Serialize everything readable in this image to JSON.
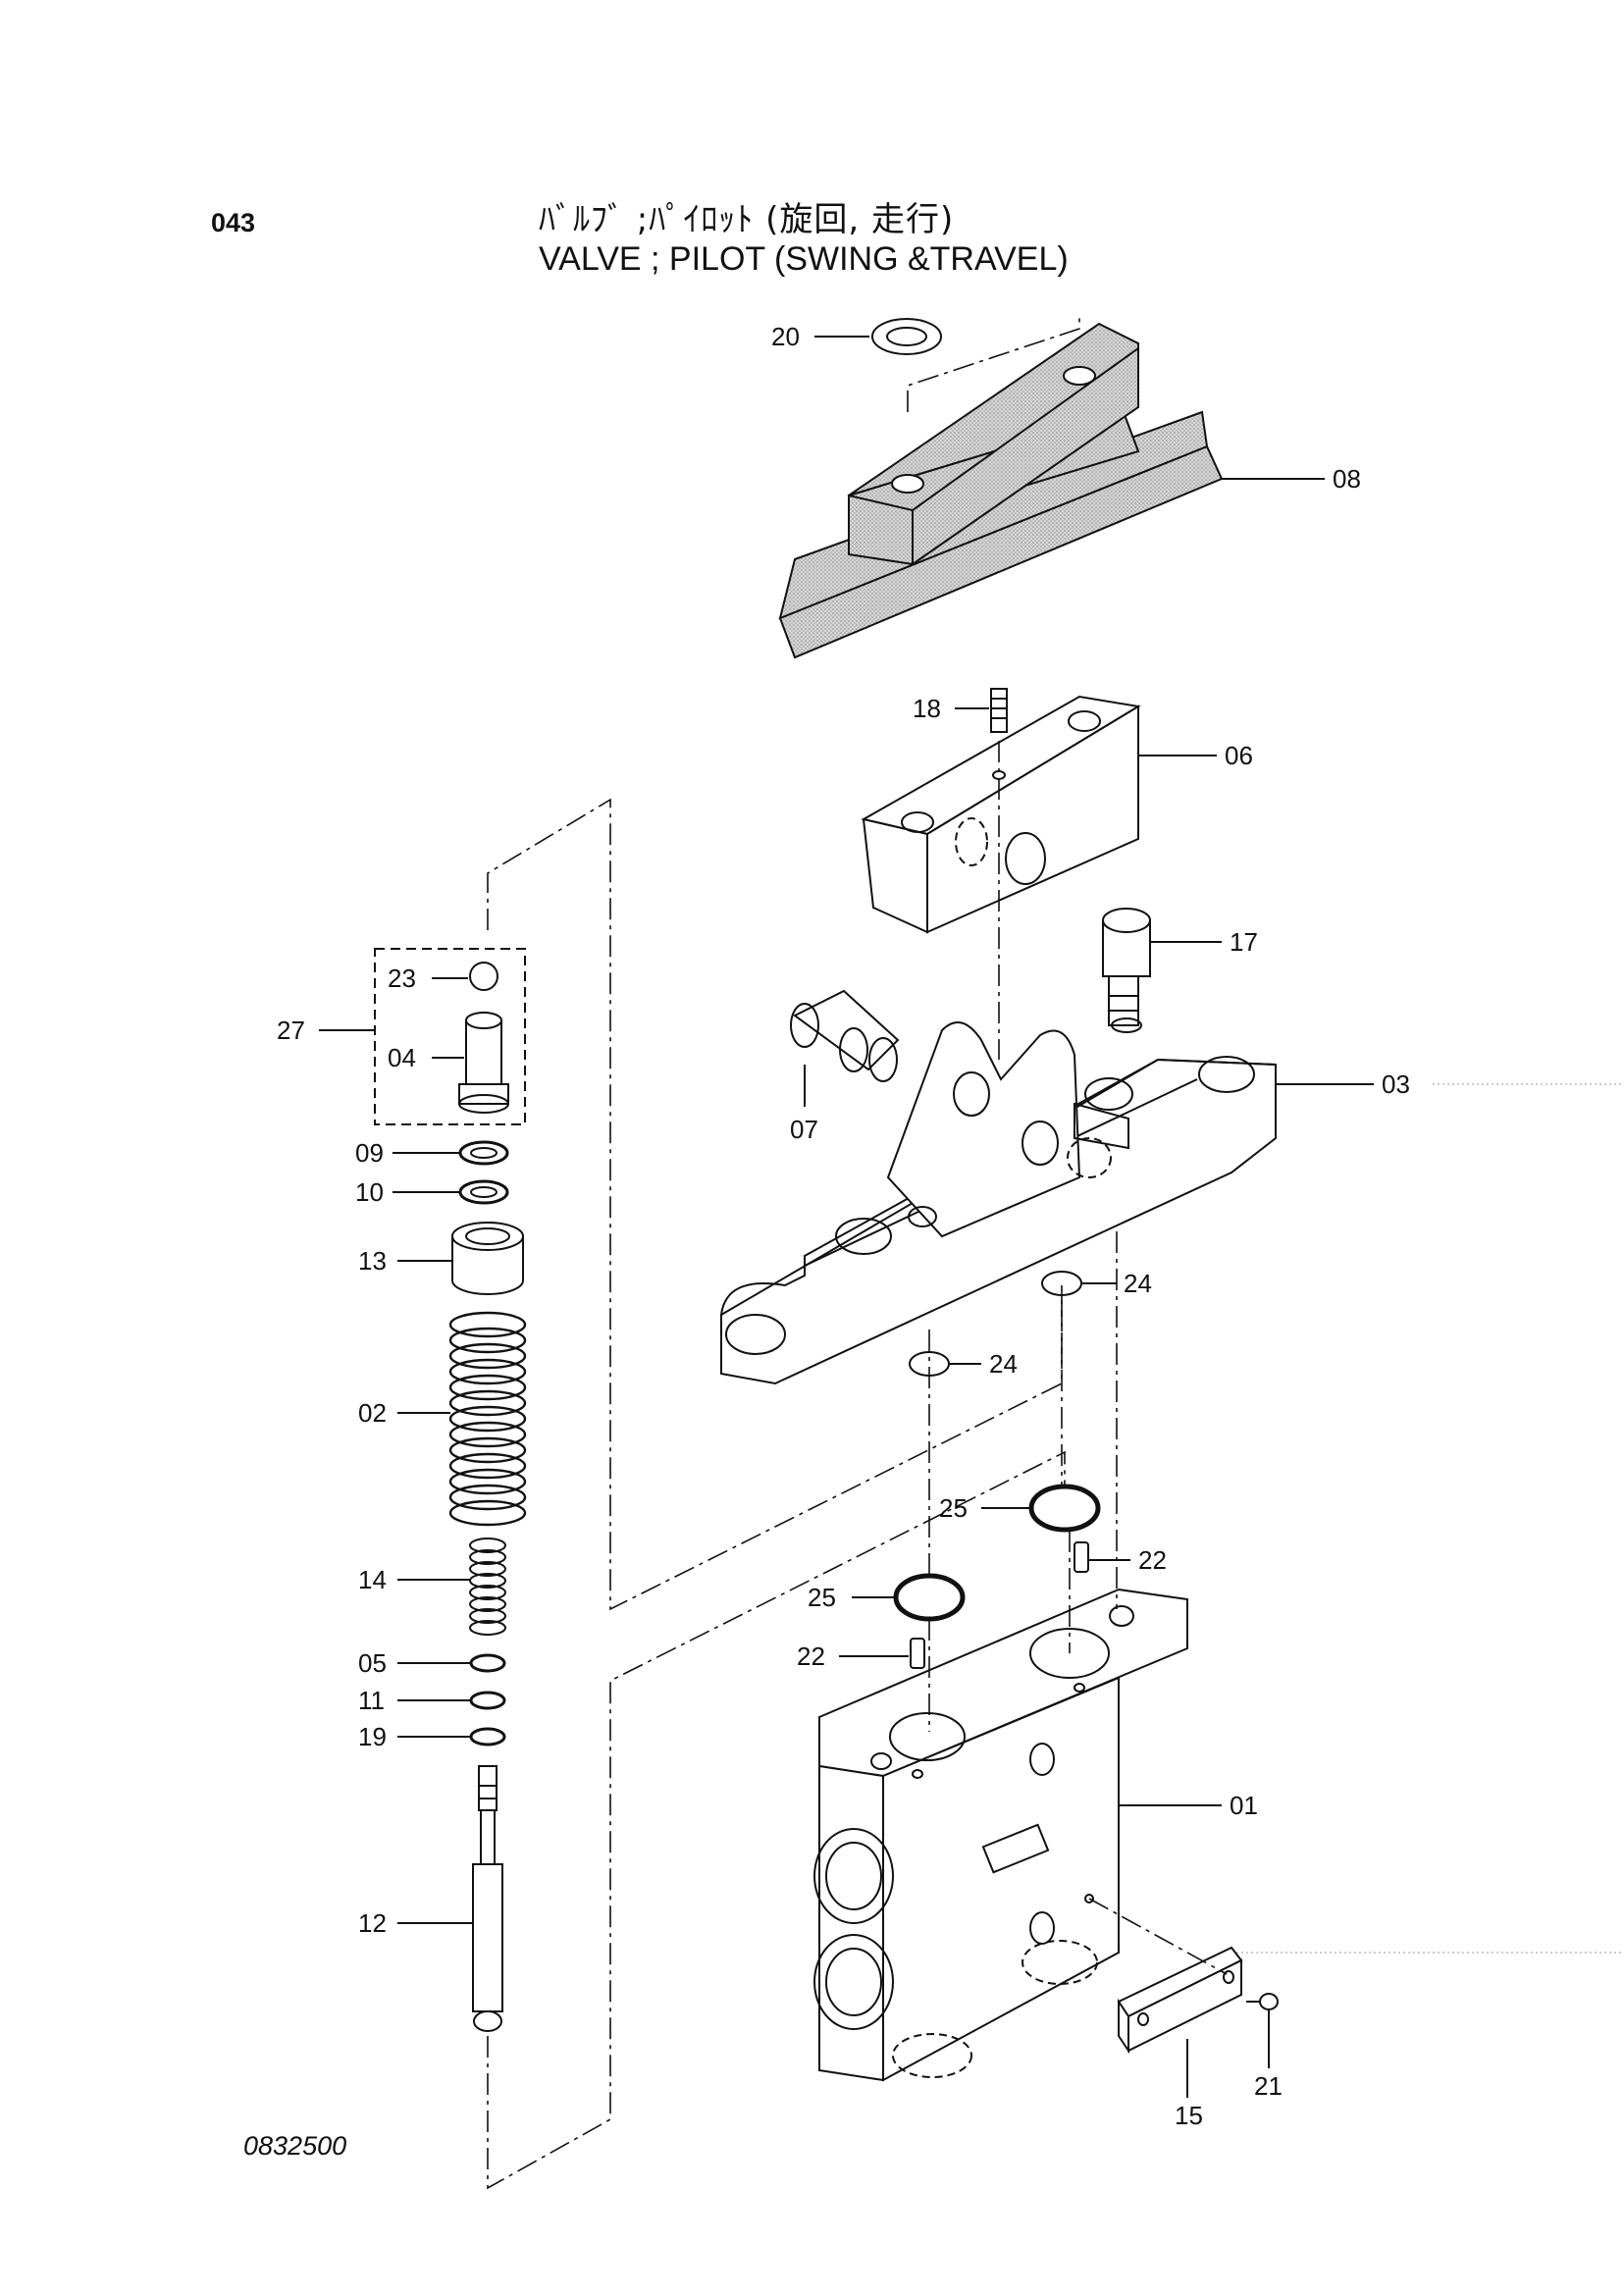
{
  "header": {
    "page_number": "043",
    "title_jp": "ﾊﾞﾙﾌﾞ ;ﾊﾟｲﾛｯﾄ (旋回, 走行)",
    "title_en": "VALVE ; PILOT (SWING &TRAVEL)"
  },
  "footer": {
    "document_code": "0832500"
  },
  "callouts": {
    "p01": "01",
    "p02": "02",
    "p03": "03",
    "p04": "04",
    "p05": "05",
    "p06": "06",
    "p07": "07",
    "p08": "08",
    "p09": "09",
    "p10": "10",
    "p11": "11",
    "p12": "12",
    "p13": "13",
    "p14": "14",
    "p15": "15",
    "p17": "17",
    "p18": "18",
    "p19": "19",
    "p20": "20",
    "p21": "21",
    "p22a": "22",
    "p22b": "22",
    "p23": "23",
    "p24a": "24",
    "p24b": "24",
    "p25a": "25",
    "p25b": "25",
    "p27": "27"
  }
}
